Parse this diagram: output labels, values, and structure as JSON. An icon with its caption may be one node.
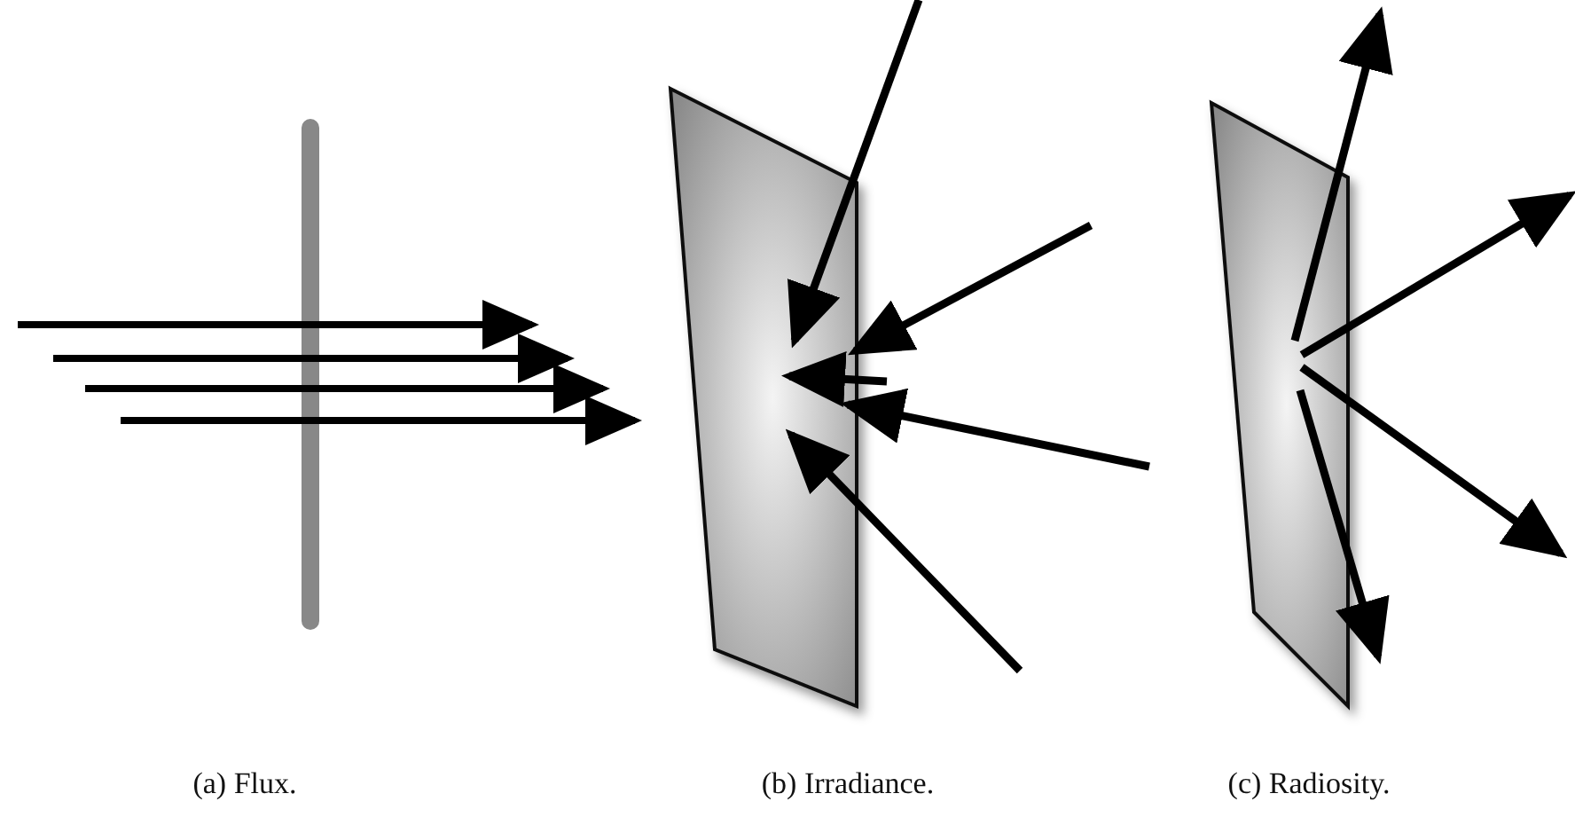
{
  "diagram": {
    "labels": [
      "(a) Flux.",
      "(b) Irradiance.",
      "(c) Radiosity."
    ]
  }
}
